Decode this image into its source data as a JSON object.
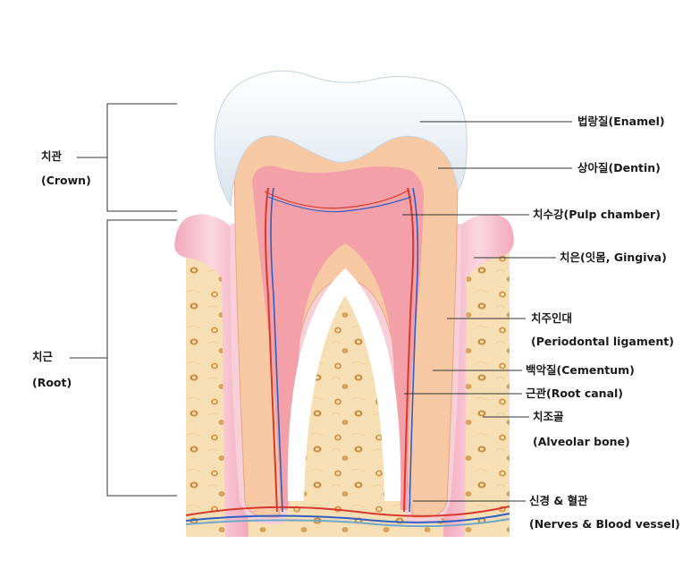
{
  "groups": {
    "crown": {
      "ko": "치관",
      "en": "(Crown)"
    },
    "root": {
      "ko": "치근",
      "en": "(Root)"
    }
  },
  "labels": {
    "enamel": "법랑질(Enamel)",
    "dentin": "상아질(Dentin)",
    "pulp_chamber": "치수강(Pulp chamber)",
    "gingiva": "치은(잇몸, Gingiva)",
    "periodontal_ko": "치주인대",
    "periodontal_en": "(Periodontal ligament)",
    "cementum": "백악질(Cementum)",
    "root_canal": "근관(Root canal)",
    "alveolar_ko": "치조골",
    "alveolar_en": "(Alveolar bone)",
    "nerves_ko": "신경 & 혈관",
    "nerves_en": "(Nerves & Blood vessel)"
  },
  "colors": {
    "enamel": "#eef3f7",
    "dentin": "#f6c9a4",
    "pulp": "#f4a0a8",
    "gingiva": "#f3b8c8",
    "bone": "#f6dfb4",
    "nerve": "#2f5fc4",
    "vessel": "#d63a2e"
  }
}
